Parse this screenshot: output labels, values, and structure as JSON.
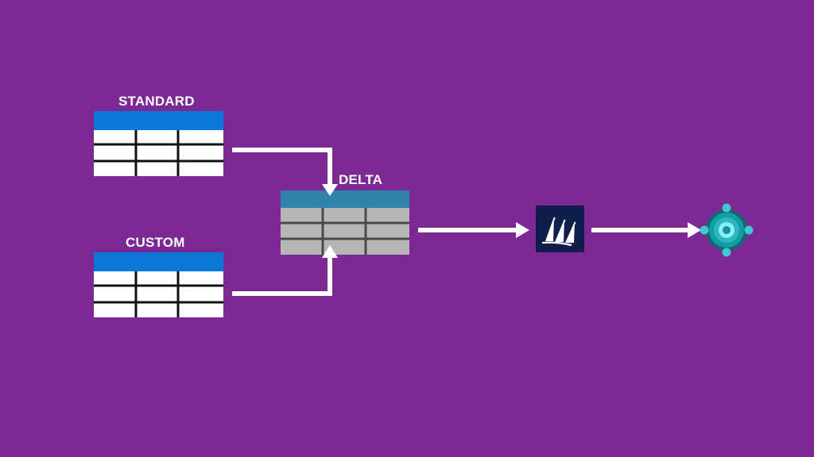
{
  "background_color": "#7c2895",
  "tables": {
    "standard": {
      "label": "STANDARD",
      "header_color": "#0b78d7",
      "body_color": "#ffffff",
      "line_color": "#111111"
    },
    "custom": {
      "label": "CUSTOM",
      "header_color": "#0b78d7",
      "body_color": "#ffffff",
      "line_color": "#111111"
    },
    "delta": {
      "label": "DELTA",
      "header_color": "#2f83ad",
      "body_color": "#b6b6b6",
      "line_color": "#4a4a4a"
    }
  },
  "nodes": {
    "dynamics_logo": {
      "icon": "microsoft-dynamics-logo-icon",
      "bg_color": "#0f1e4b",
      "fg_color": "#ffffff"
    },
    "business_central": {
      "icon": "business-central-icon",
      "colors": [
        "#0f6a73",
        "#169ca3",
        "#3cc7d1",
        "#85f0f7"
      ]
    }
  },
  "arrow_color": "#ffffff"
}
